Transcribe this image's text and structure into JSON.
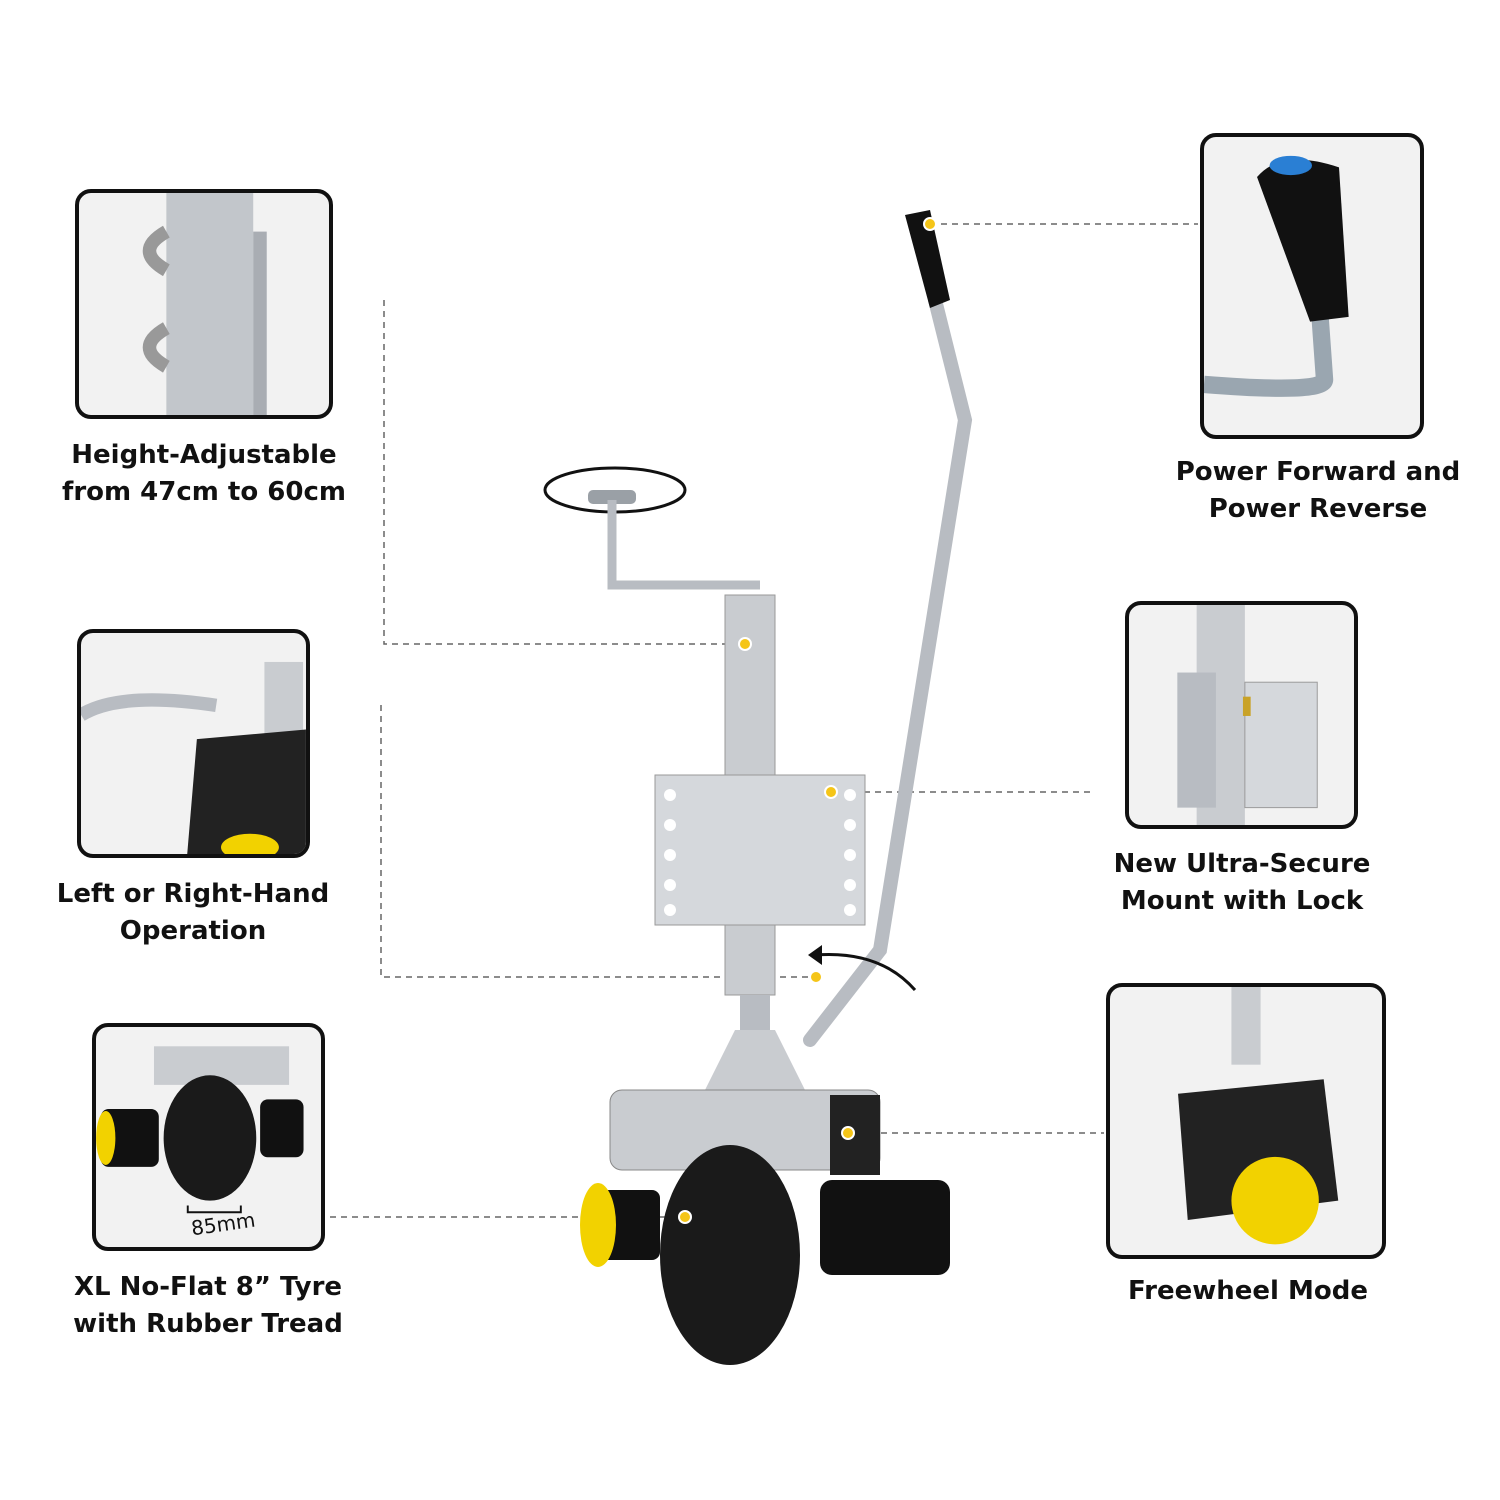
{
  "features": [
    {
      "id": "height",
      "lines": [
        "Height-Adjustable",
        "from 47cm to 60cm"
      ]
    },
    {
      "id": "hand",
      "lines": [
        "Left or Right-Hand",
        "Operation"
      ]
    },
    {
      "id": "tyre",
      "lines": [
        "XL No-Flat 8” Tyre",
        "with Rubber Tread"
      ],
      "inset_text": "85mm"
    },
    {
      "id": "power",
      "lines": [
        "Power Forward and",
        "Power Reverse"
      ]
    },
    {
      "id": "mount",
      "lines": [
        "New Ultra-Secure",
        "Mount with Lock"
      ]
    },
    {
      "id": "freewheel",
      "lines": [
        "Freewheel Mode"
      ]
    }
  ],
  "colors": {
    "accent_dot": "#f5c518",
    "frame": "#111111",
    "metal": "#c9ccd0",
    "tyre": "#1a1a1a",
    "cap": "#f2d200",
    "button": "#2a7fd4"
  }
}
